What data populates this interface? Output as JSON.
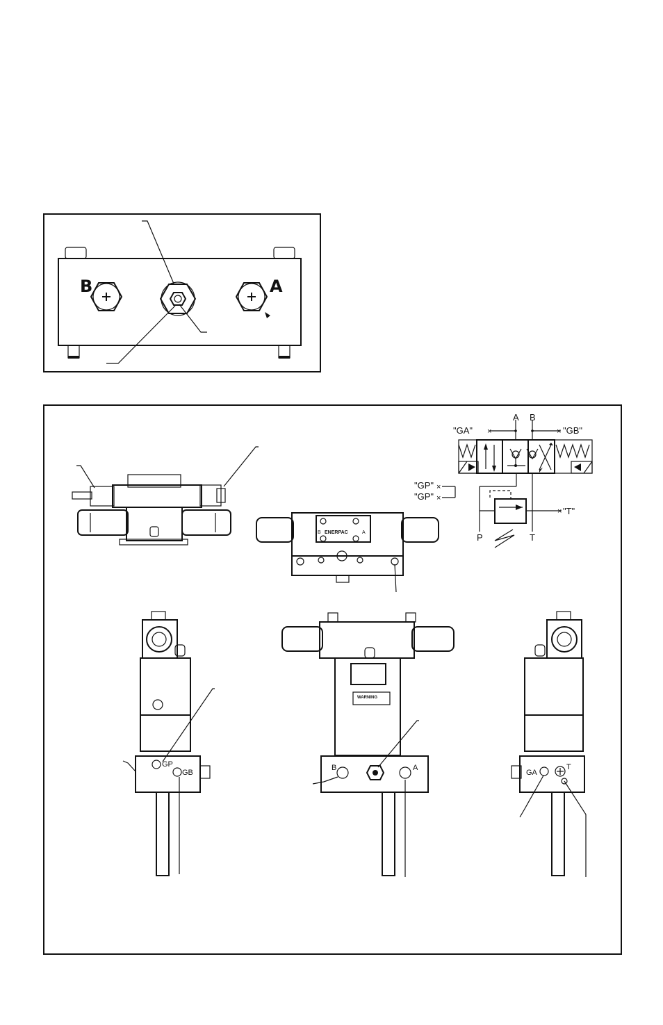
{
  "figure1": {
    "port_b": "B",
    "port_a": "A"
  },
  "figure2": {
    "schematic": {
      "port_a": "A",
      "port_b": "B",
      "gauge_a": "\"GA\"",
      "gauge_b": "\"GB\"",
      "gauge_p1": "\"GP\"",
      "gauge_p2": "\"GP\"",
      "tank_gauge": "\"T\"",
      "port_p": "P",
      "port_t": "T"
    },
    "top_view": {
      "nameplate": "ENERPAC",
      "left_mark": "B",
      "right_mark": "A"
    },
    "front_view": {
      "warning": "WARNING",
      "port_b": "B",
      "port_a": "A"
    },
    "left_view": {
      "gp": "GP",
      "gb": "GB"
    },
    "right_view": {
      "ga": "GA",
      "t": "T"
    }
  }
}
